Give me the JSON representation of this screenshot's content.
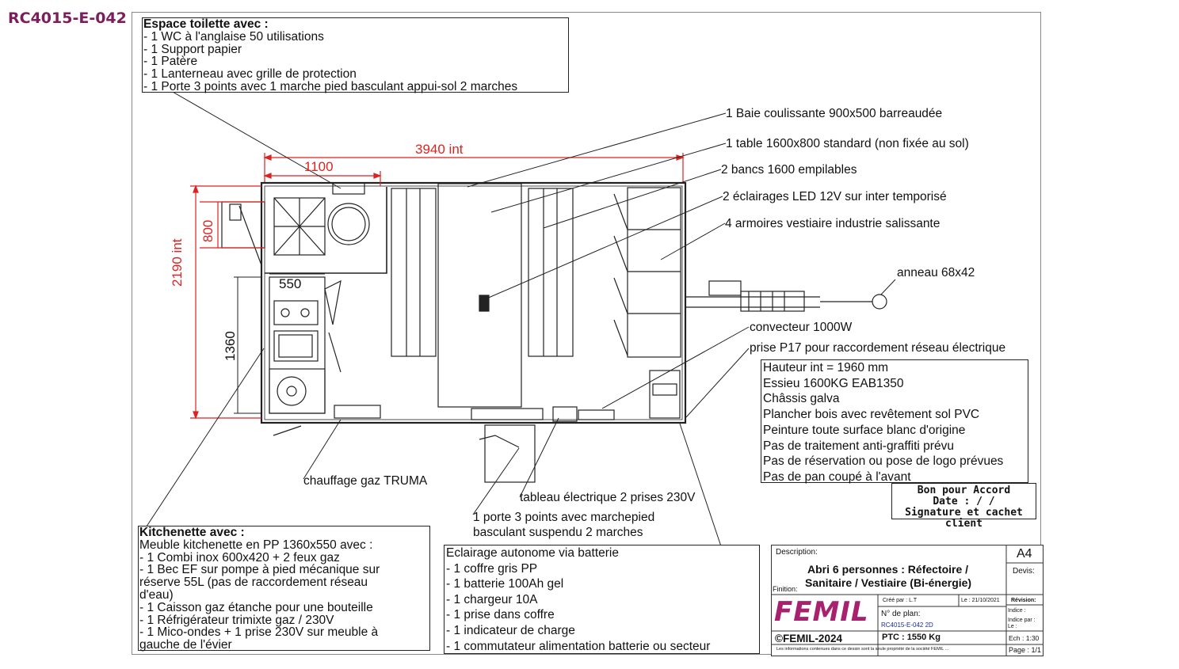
{
  "reference": "RC4015-E-042",
  "toilet_box": {
    "title": "Espace toilette avec :",
    "lines": [
      "- 1 WC à l'anglaise 50 utilisations",
      "- 1 Support papier",
      "- 1 Patère",
      "- 1 Lanterneau avec grille de protection",
      "- 1 Porte 3 points avec 1 marche pied basculant appui-sol 2 marches"
    ]
  },
  "dimensions": {
    "length_int": "3940 int",
    "toilet_width": "1100",
    "width_int": "2190 int",
    "window": "800",
    "kitchen_depth": "550",
    "kitchen_length": "1360"
  },
  "callouts": {
    "baie": "1 Baie coulissante 900x500 barreaudée",
    "table": "1 table 1600x800 standard (non fixée au sol)",
    "bancs": "2 bancs 1600 empilables",
    "eclairages": "2 éclairages LED 12V sur inter temporisé",
    "armoires": "4 armoires vestiaire industrie salissante",
    "anneau": "anneau 68x42",
    "convecteur": "convecteur 1000W",
    "prise": "prise P17 pour raccordement réseau électrique",
    "chauffage": "chauffage gaz TRUMA",
    "tableau": "tableau électrique 2 prises 230V",
    "porte_line1": "1 porte 3 points avec marchepied",
    "porte_line2": "basculant suspendu 2 marches"
  },
  "specs": [
    "Hauteur int = 1960 mm",
    "Essieu 1600KG EAB1350",
    "Châssis galva",
    "Plancher bois avec revêtement sol PVC",
    "Peinture toute surface blanc d'origine",
    "Pas de traitement anti-graffiti prévu",
    "Pas de réservation ou pose de logo prévues",
    "Pas de pan coupé à l'avant"
  ],
  "accord": {
    "line1": "Bon pour Accord",
    "line2": "Date :  /  /",
    "line3": "Signature et cachet client"
  },
  "kitchen_box": {
    "title": "Kitchenette avec :",
    "lines": [
      "Meuble kitchenette en  PP 1360x550 avec :",
      "- 1 Combi inox 600x420 + 2 feux gaz",
      "- 1 Bec EF sur pompe à pied mécanique sur",
      "réserve 55L (pas de raccordement réseau",
      "d'eau)",
      "- 1 Caisson gaz étanche pour une bouteille",
      "- 1 Réfrigérateur trimixte gaz / 230V",
      "- 1 Mico-ondes + 1 prise 230V sur meuble à",
      "gauche de l'évier"
    ]
  },
  "battery_box": {
    "lines": [
      "Eclairage autonome via batterie",
      "- 1 coffre gris PP",
      "- 1 batterie 100Ah gel",
      "- 1 chargeur 10A",
      "- 1 prise dans coffre",
      "- 1 indicateur de charge",
      "- 1 commutateur alimentation batterie ou secteur"
    ]
  },
  "cartouche": {
    "description_label": "Description:",
    "finition_label": "Finition:",
    "description_line1": "Abri 6 personnes : Réfectoire  /",
    "description_line2": "Sanitaire / Vestiaire (Bi-énergie)",
    "format": "A4",
    "devis_label": "Devis:",
    "logo": "FEMIL",
    "cree_par": "Créé par : L.T",
    "date": "Le : 21/10/2021",
    "revision_label": "Révision:",
    "indice": "Indice :",
    "indice_par": "Indice par :",
    "le": "Le :",
    "plan_label": "N° de plan:",
    "plan_number": "RC4015-E-042 2D",
    "copyright": "©FEMIL-2024",
    "ptc": "PTC : 1550 Kg",
    "echelle": "Ech : 1:30",
    "page": "Page : 1/1",
    "legal": "Les informations contenues dans ce dessin sont la seule propriété de la société FEMIL ..."
  },
  "colors": {
    "reference": "#7a1f5c",
    "dimension": "#dd2222",
    "logo": "#a8216f"
  }
}
